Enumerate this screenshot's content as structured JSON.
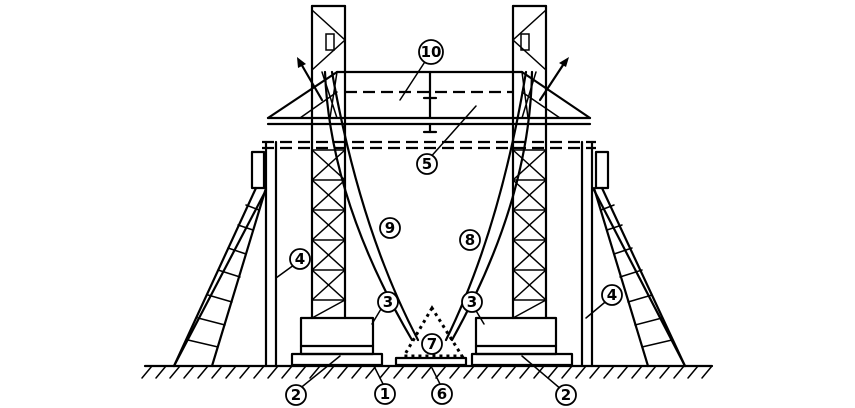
{
  "callouts": [
    {
      "id": "1",
      "label": "1"
    },
    {
      "id": "2a",
      "label": "2"
    },
    {
      "id": "2b",
      "label": "2"
    },
    {
      "id": "3a",
      "label": "3"
    },
    {
      "id": "3b",
      "label": "3"
    },
    {
      "id": "4a",
      "label": "4"
    },
    {
      "id": "4b",
      "label": "4"
    },
    {
      "id": "5",
      "label": "5"
    },
    {
      "id": "6",
      "label": "6"
    },
    {
      "id": "7",
      "label": "7"
    },
    {
      "id": "8",
      "label": "8"
    },
    {
      "id": "9",
      "label": "9"
    },
    {
      "id": "10",
      "label": "10"
    }
  ],
  "colors": {
    "line": "#000000",
    "background": "#ffffff"
  }
}
